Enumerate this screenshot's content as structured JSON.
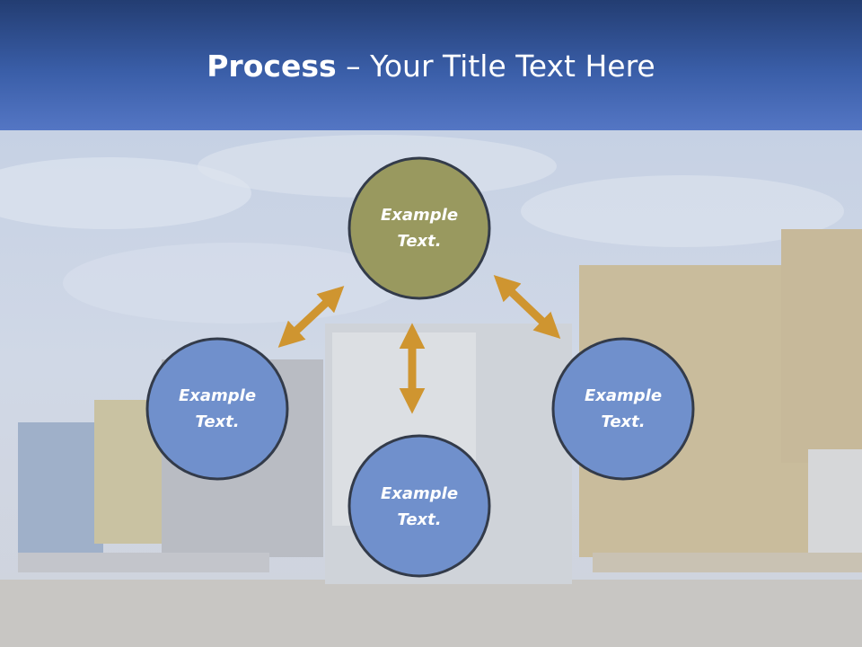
{
  "title": {
    "strong": "Process",
    "rest": " – Your Title Text Here"
  },
  "colors": {
    "header_top": "#233d72",
    "header_bottom": "#5476c4",
    "node_top_fill": "#99995f",
    "node_fill": "#7090cc",
    "node_stroke": "#333b4a",
    "arrow": "#cf9530"
  },
  "nodes": [
    {
      "id": "top",
      "line1": "Example",
      "line2": "Text."
    },
    {
      "id": "left",
      "line1": "Example",
      "line2": "Text."
    },
    {
      "id": "right",
      "line1": "Example",
      "line2": "Text."
    },
    {
      "id": "bottom",
      "line1": "Example",
      "line2": "Text."
    }
  ]
}
